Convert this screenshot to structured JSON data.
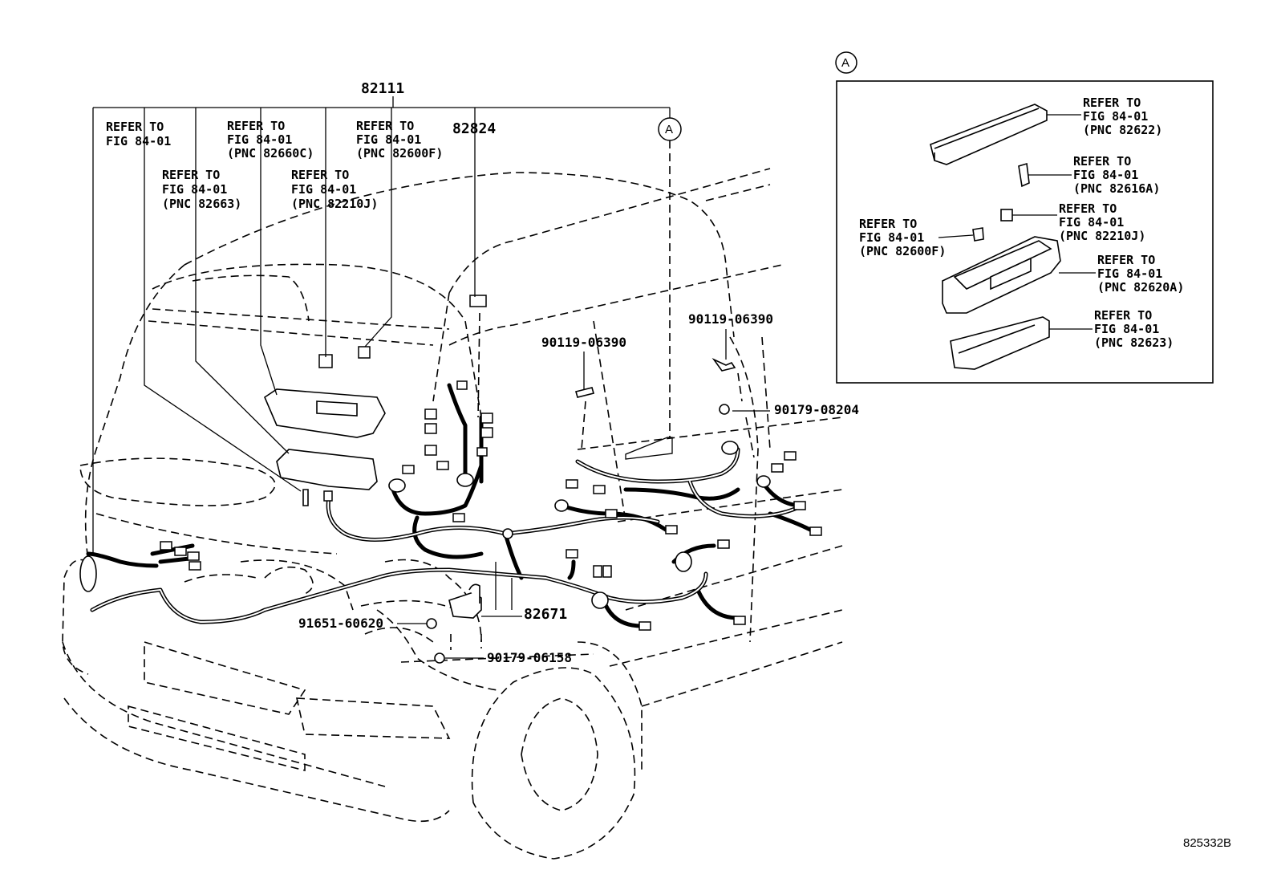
{
  "main_part": {
    "number": "82111"
  },
  "callout_marker": "A",
  "refer_labels": [
    {
      "line1": "REFER TO",
      "line2": "FIG 84-01",
      "line3": ""
    },
    {
      "line1": "REFER TO",
      "line2": "FIG 84-01",
      "line3": "(PNC 82660C)"
    },
    {
      "line1": "REFER TO",
      "line2": "FIG 84-01",
      "line3": "(PNC 82600F)"
    },
    {
      "line1": "REFER TO",
      "line2": "FIG 84-01",
      "line3": "(PNC 82663)"
    },
    {
      "line1": "REFER TO",
      "line2": "FIG 84-01",
      "line3": "(PNC 82210J)"
    }
  ],
  "part_numbers": [
    {
      "number": "82824"
    },
    {
      "number": "90119-06390"
    },
    {
      "number": "90119-06390"
    },
    {
      "number": "90179-08204"
    },
    {
      "number": "82671"
    },
    {
      "number": "91651-60620"
    },
    {
      "number": "90179-06158"
    }
  ],
  "detail_a": {
    "marker": "A",
    "labels": [
      {
        "line1": "REFER TO",
        "line2": "FIG 84-01",
        "line3": "(PNC 82622)"
      },
      {
        "line1": "REFER TO",
        "line2": "FIG 84-01",
        "line3": "(PNC 82616A)"
      },
      {
        "line1": "REFER TO",
        "line2": "FIG 84-01",
        "line3": "(PNC 82210J)"
      },
      {
        "line1": "REFER TO",
        "line2": "FIG 84-01",
        "line3": "(PNC 82600F)"
      },
      {
        "line1": "REFER TO",
        "line2": "FIG 84-01",
        "line3": "(PNC 82620A)"
      },
      {
        "line1": "REFER TO",
        "line2": "FIG 84-01",
        "line3": "(PNC 82623)"
      }
    ]
  },
  "figure_code": "825332B"
}
